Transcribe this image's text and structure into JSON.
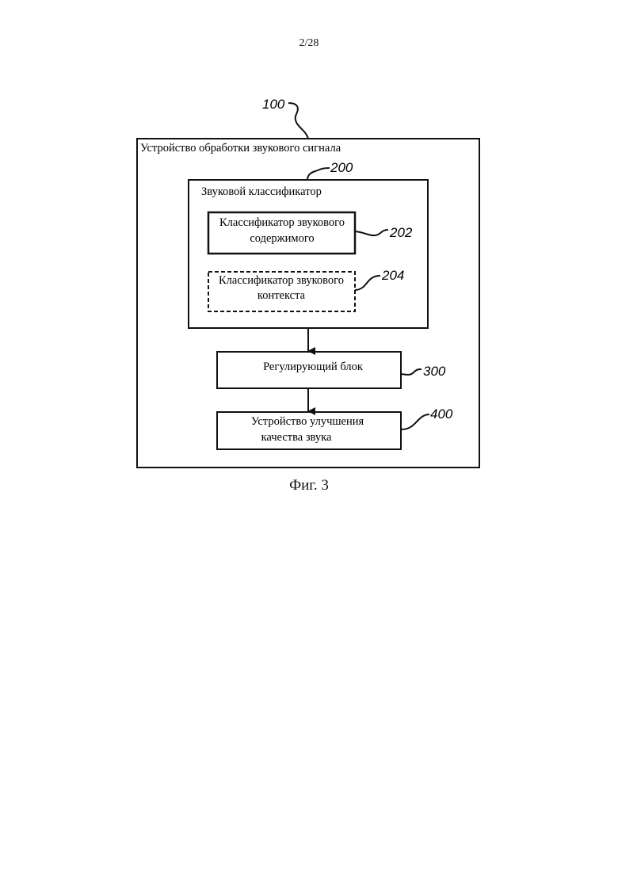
{
  "page_number": "2/28",
  "diagram": {
    "outer": {
      "ref": "100",
      "label": "Устройство обработки звукового сигнала"
    },
    "classifier": {
      "ref": "200",
      "label": "Звуковой классификатор"
    },
    "content_classifier": {
      "ref": "202",
      "line1": "Классификатор звукового",
      "line2": "содержимого"
    },
    "context_classifier": {
      "ref": "204",
      "line1": "Классификатор звукового",
      "line2": "контекста"
    },
    "adjusting_unit": {
      "ref": "300",
      "label": "Регулирующий блок"
    },
    "enhancer": {
      "ref": "400",
      "line1": "Устройство улучшения",
      "line2": "качества звука"
    }
  },
  "caption": "Фиг. 3"
}
